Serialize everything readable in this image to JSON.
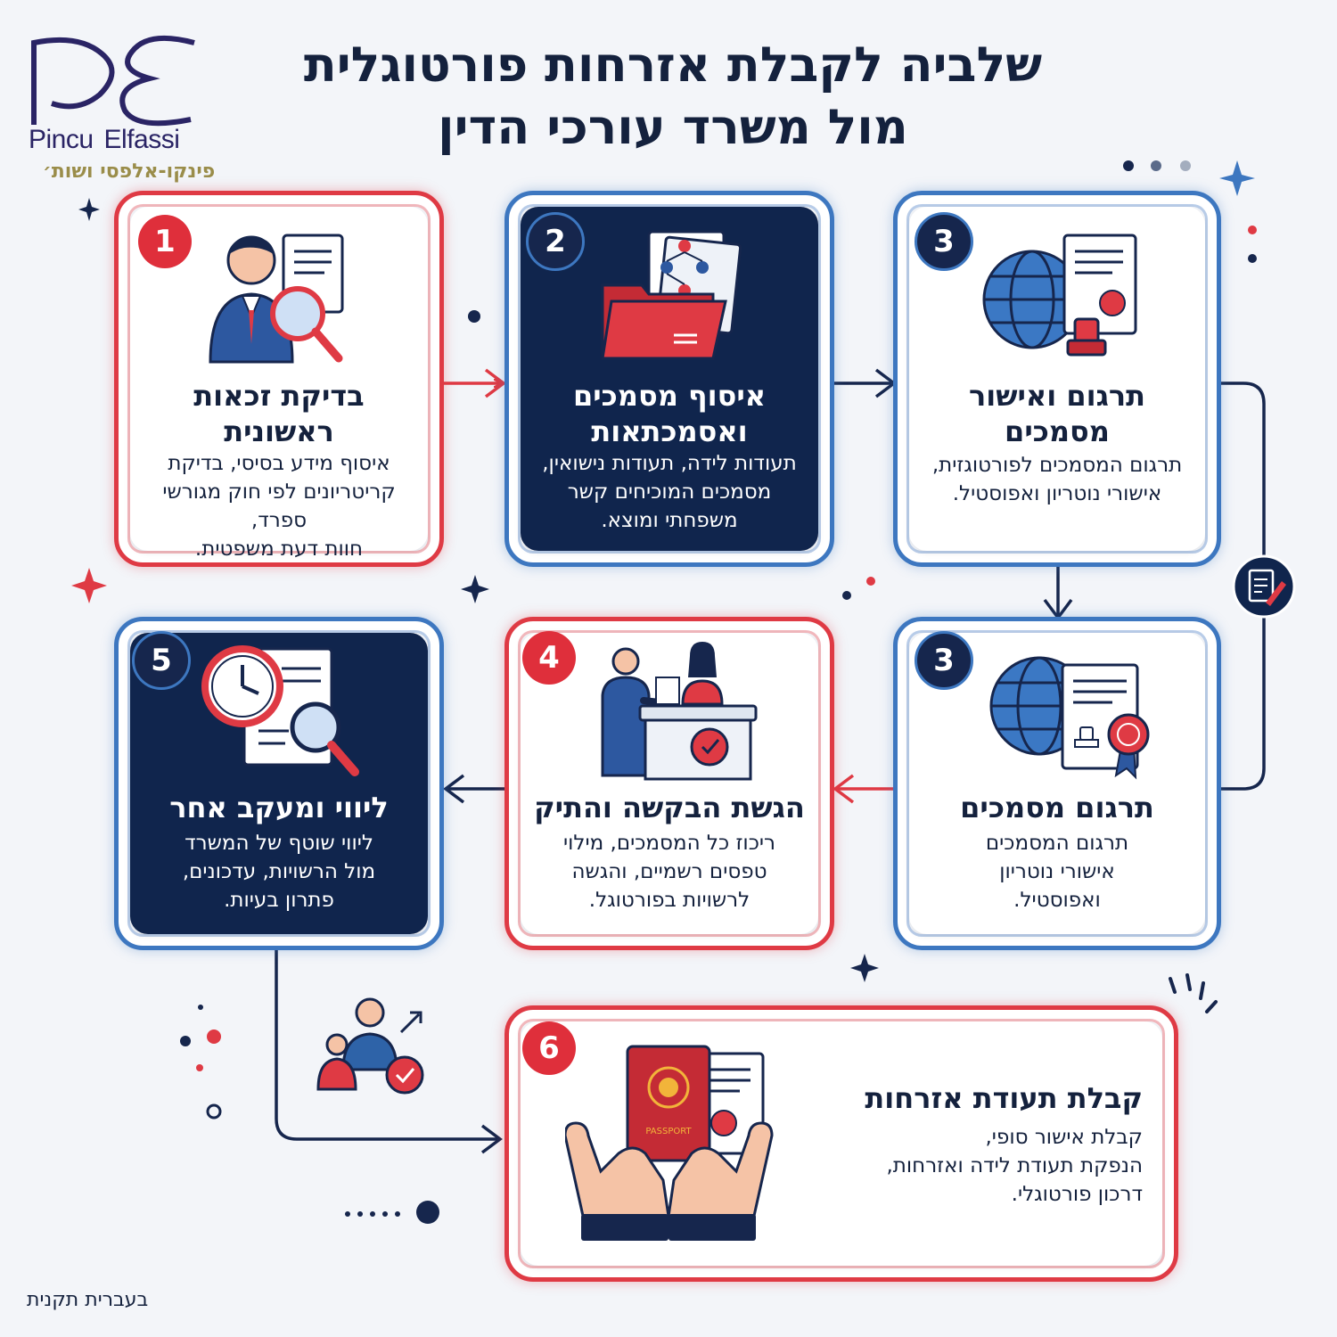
{
  "logo": {
    "word_part1": "Pincu",
    "word_part2": "Elfassi",
    "hebrew": "פינקו-אלפסי ושות׳"
  },
  "title": {
    "line1": "שלביה לקבלת אזרחות פורטוגלית",
    "line2": "מול משרד עורכי הדין"
  },
  "steps": [
    {
      "number": "1",
      "title_line1": "בדיקת זכאות",
      "title_line2": "ראשונית",
      "body": [
        "איסוף מידע בסיסי, בדיקת",
        "קריטריונים לפי חוק מגורשי ספרד,",
        "חוות דעת משפטית."
      ]
    },
    {
      "number": "2",
      "title_line1": "איסוף מסמכים",
      "title_line2": "ואסמכתאות",
      "body": [
        "תעודות לידה, תעודות נישואין,",
        "מסמכים המוכיחים קשר",
        "משפחתי ומוצא."
      ]
    },
    {
      "number": "3",
      "title_line1": "תרגום ואישור",
      "title_line2": "מסמכים",
      "body": [
        "תרגום המסמכים לפורטוגזית,",
        "אישורי נוטריון ואפוסטיל."
      ]
    },
    {
      "number": "3",
      "title_line1": "תרגום מסמכים",
      "body": [
        "תרגום המסמכים",
        "אישורי נוטריון",
        "ואפוסטיל."
      ]
    },
    {
      "number": "4",
      "title_line1": "הגשת הבקשה והתיק",
      "body": [
        "ריכוז כל המסמכים, מילוי",
        "טפסים רשמיים, והגשה",
        "לרשויות בפורטוגל."
      ]
    },
    {
      "number": "5",
      "title_line1": "ליווי ומעקב אחר",
      "body": [
        "ליווי שוטף של המשרד",
        "מול הרשויות, עדכונים,",
        "פתרון בעיות."
      ]
    },
    {
      "number": "6",
      "title_line1": "קבלת תעודת אזרחות",
      "body": [
        "קבלת אישור סופי,",
        "הנפקת תעודת לידה ואזרחות,",
        "דרכון פורטוגלי."
      ]
    }
  ],
  "passport_label": "PASSPORT",
  "footnote": "בעברית תקנית",
  "colors": {
    "red": "#df2f3b",
    "blue": "#3d77c0",
    "navy": "#10254d",
    "background": "#f3f5f9"
  }
}
